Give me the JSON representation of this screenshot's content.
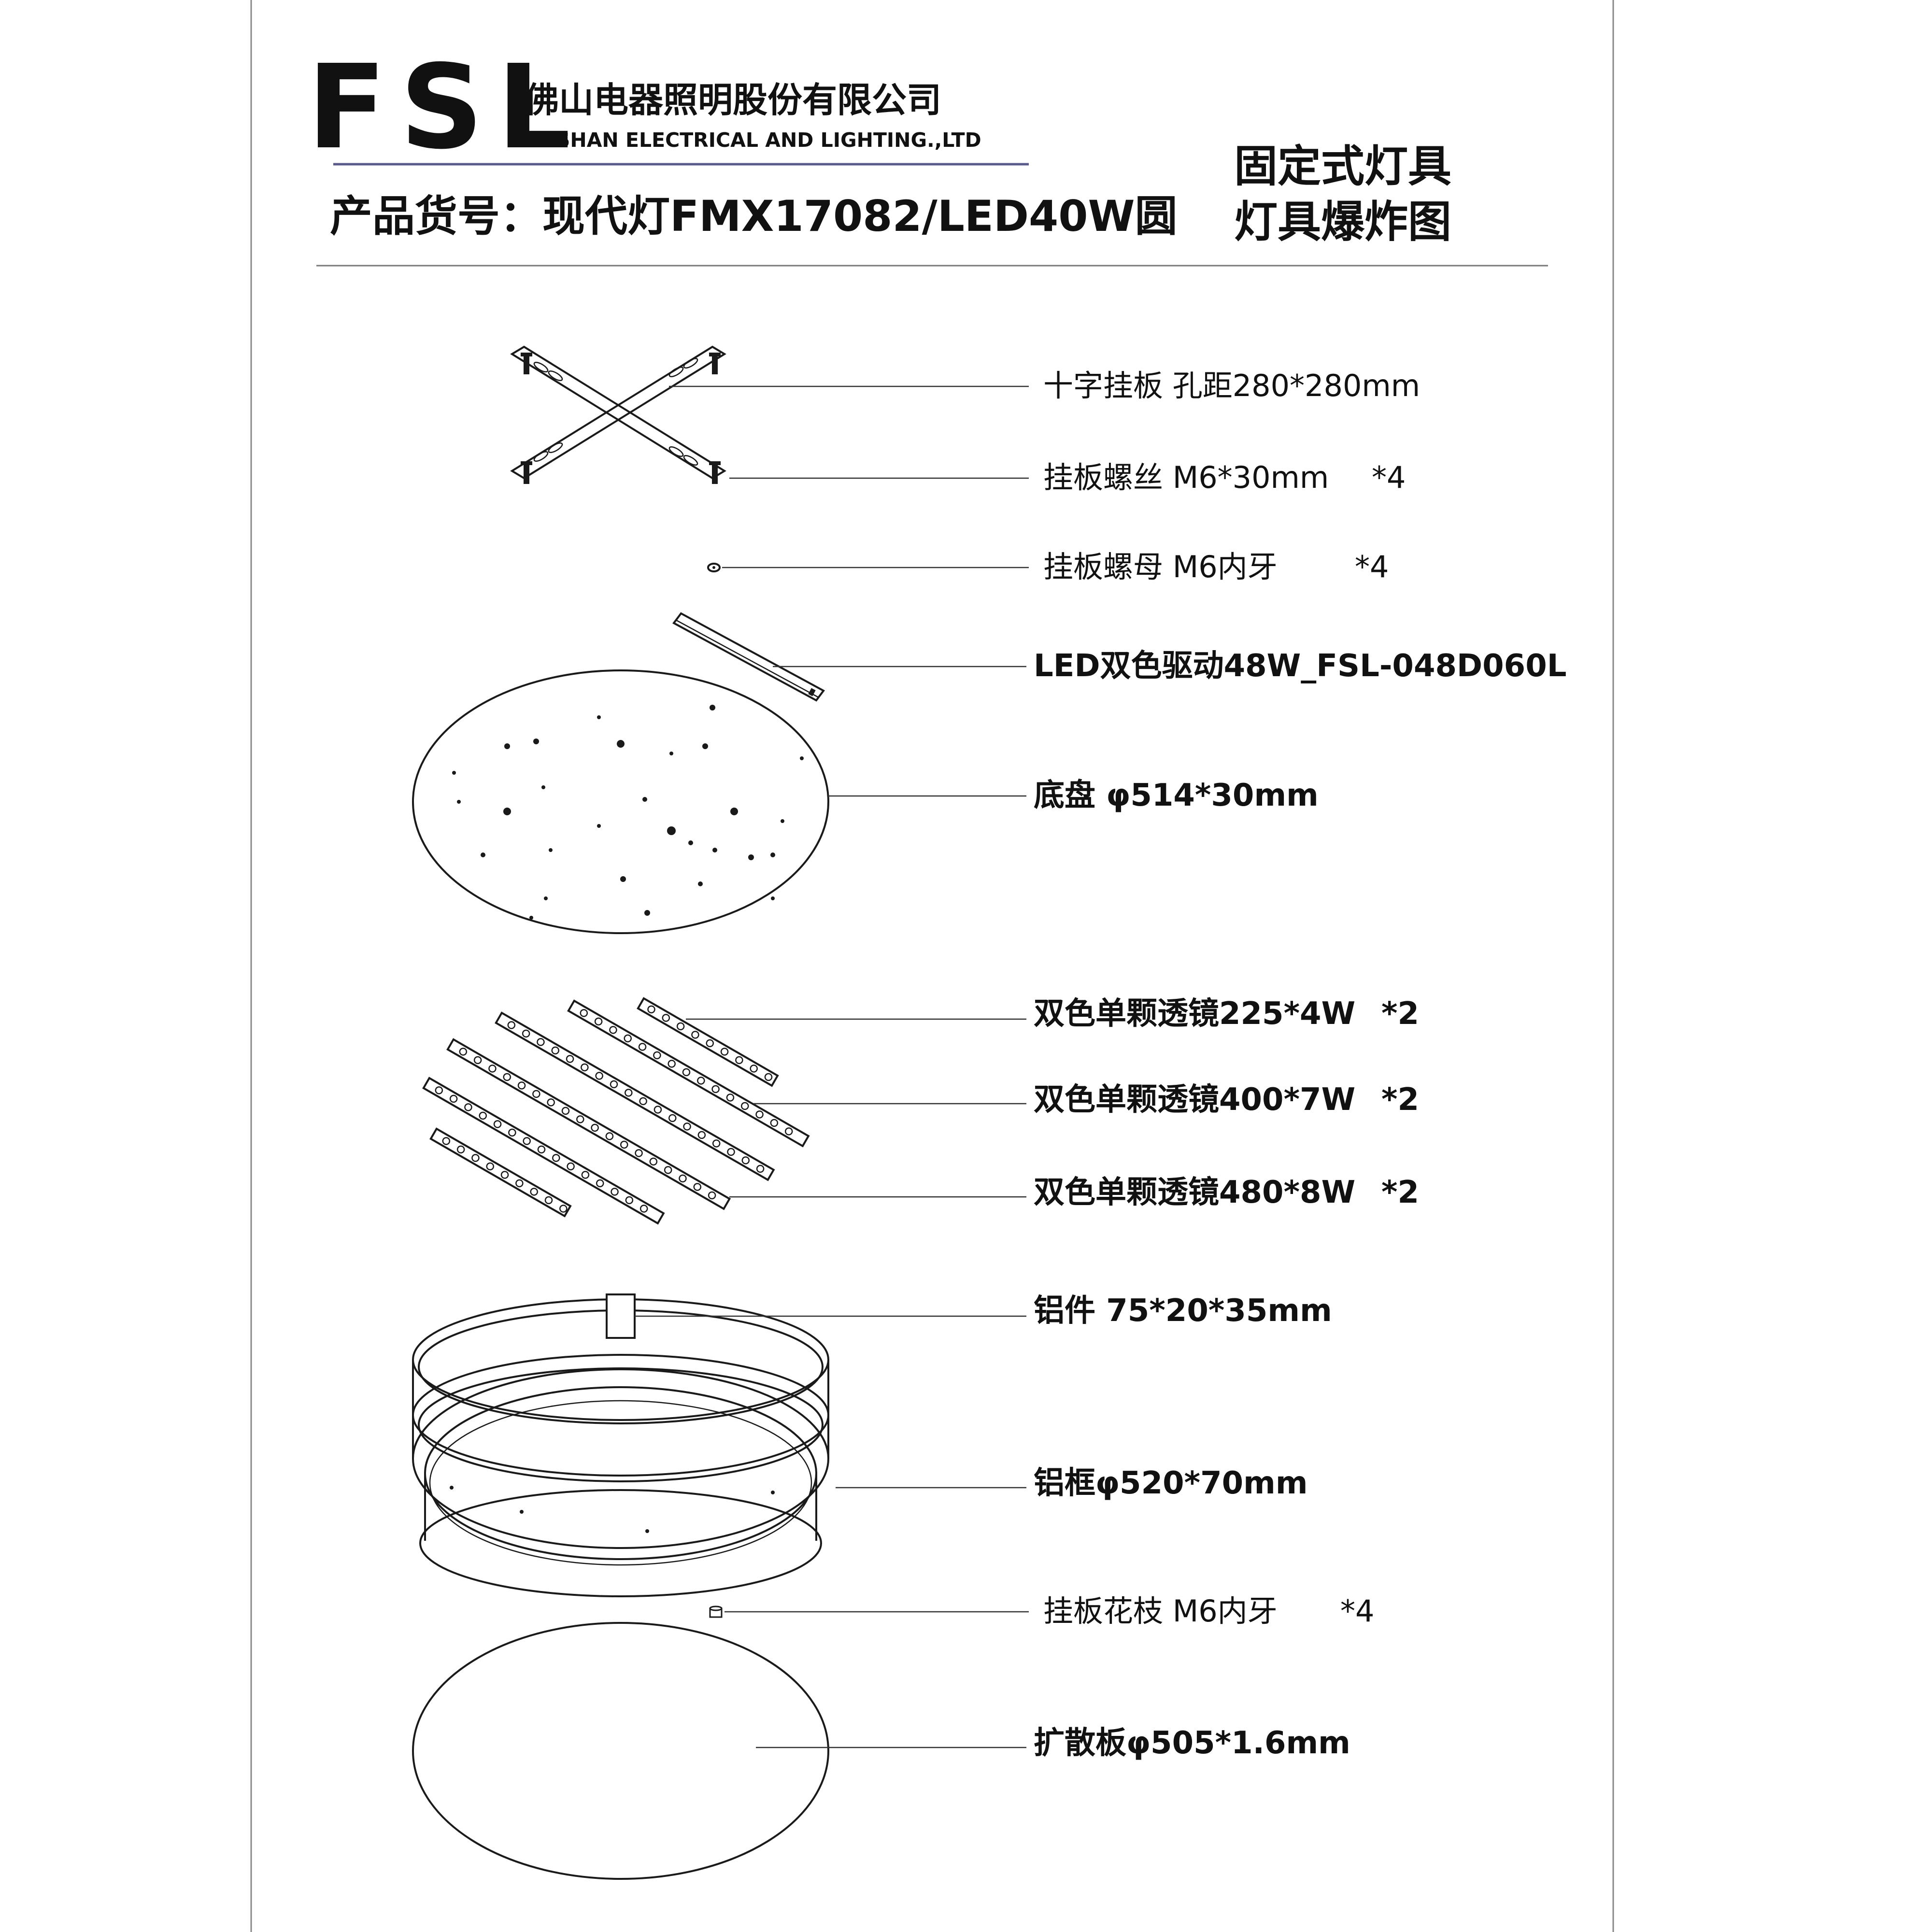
{
  "header": {
    "logo": "FSL",
    "company_cn": "佛山电器照明股份有限公司",
    "company_en": "FOSHAN ELECTRICAL AND LIGHTING.,LTD",
    "product_line": "产品货号：现代灯FMX17082/LED40W圆",
    "category": "固定式灯具",
    "drawing_type": "灯具爆炸图"
  },
  "parts": [
    {
      "label": "十字挂板 孔距280*280mm"
    },
    {
      "label": "挂板螺丝 M6*30mm",
      "qty": "*4"
    },
    {
      "label": "挂板螺母 M6内牙",
      "qty": "*4"
    },
    {
      "label": "LED双色驱动48W_FSL-048D060L"
    },
    {
      "label": "底盘 φ514*30mm"
    },
    {
      "label": "双色单颗透镜225*4W",
      "qty": "*2"
    },
    {
      "label": "双色单颗透镜400*7W",
      "qty": "*2"
    },
    {
      "label": "双色单颗透镜480*8W",
      "qty": "*2"
    },
    {
      "label": "铝件 75*20*35mm"
    },
    {
      "label": "铝框φ520*70mm"
    },
    {
      "label": "挂板花枝 M6内牙",
      "qty": "*4"
    },
    {
      "label": "扩散板φ505*1.6mm"
    }
  ]
}
